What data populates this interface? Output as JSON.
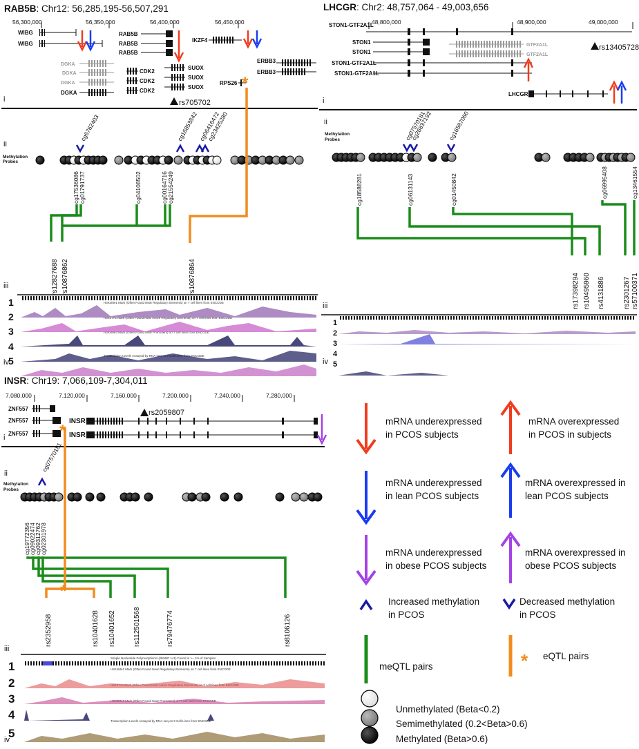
{
  "panels": {
    "rab5b": {
      "title_gene": "RAB5B",
      "title_loc": ": Chr12: 56,285,195-56,507,291",
      "coords": [
        "56,300,000",
        "56,350,000",
        "56,400,000",
        "56,450,000"
      ],
      "genes": [
        "WIBG",
        "WIBG",
        "RAB5B",
        "RAB5B",
        "RAB5B",
        "IKZF4",
        "DGKA",
        "DGKA",
        "DGKA",
        "DGKA",
        "CDK2",
        "CDK2",
        "CDK2",
        "SUOX",
        "SUOX",
        "SUOX",
        "ERBB3",
        "ERBB3",
        "RPS26"
      ],
      "snp_marker": "rs705702",
      "methylation_label": "Methylation Probes",
      "top_probes": [
        "cg6762403",
        "cg16853842",
        "cg06416472",
        "cg23425280"
      ],
      "bottom_probes": [
        "cg17536086",
        "cg01791737",
        "cg04108502",
        "cg00164716",
        "cg21554249"
      ],
      "snps": [
        "rs12827688",
        "rs10876862",
        "rs10876864"
      ],
      "tracks": [
        "1",
        "2",
        "3",
        "4",
        "5"
      ],
      "track_captions": [
        "H3K4Me1 Mark (Often Found Near Regulatory Elements) on 7 cell lines from ENCODE",
        "H3K27Ac Mark (Often Found Near Active Regulatory Elements) on 7 cell lines from ENCODE",
        "H3K4Me3 Mark (Often Found Near Promoters) on 7 cell lines from ENCODE",
        "Transcription Levels Assayed by RNA-seq on 9 Cell Lines from ENCODE"
      ]
    },
    "lhcgr": {
      "title_gene": "LHCGR",
      "title_loc": ": Chr2: 48,757,064 - 49,003,656",
      "coords": [
        "48,800,000",
        "48,900,000",
        "49,000,000"
      ],
      "genes": [
        "STON1-GTF2A1L",
        "STON1",
        "STON1",
        "STON1-GTF2A1L",
        "STON1-GTF2A1L",
        "GTF2A1L",
        "GTF2A1L",
        "LHCGR"
      ],
      "snp_marker": "rs13405728",
      "methylation_label": "Methylation Probes",
      "top_probes": [
        "cg07570181",
        "cg26837192",
        "cg16587066"
      ],
      "bottom_probes": [
        "cg18588281",
        "cg06131143",
        "cg01450842",
        "cg06995408",
        "cg13461554"
      ],
      "snps": [
        "rs17398294",
        "rs10495960",
        "rs4131886",
        "rs2301267",
        "rs57100371"
      ],
      "tracks": [
        "1",
        "2",
        "3",
        "4",
        "5"
      ]
    },
    "insr": {
      "title_gene": "INSR",
      "title_loc": ": Chr19: 7,066,109-7,304,011",
      "coords": [
        "7,080,000",
        "7,120,000",
        "7,160,000",
        "7,200,000",
        "7,240,000",
        "7,280,000"
      ],
      "genes": [
        "ZNF557",
        "ZNF557",
        "ZNF557",
        "INSR",
        "INSR"
      ],
      "snp_marker": "rs2059807",
      "methylation_label": "Methylation Probes",
      "top_probes": [
        "cg07570181"
      ],
      "bottom_probes": [
        "cg19772356",
        "cg09022474",
        "cg09312762",
        "cg02301978"
      ],
      "snps": [
        "rs2352958",
        "rs10401628",
        "rs10401652",
        "rs112501568",
        "rs79476774",
        "rs8106126"
      ],
      "tracks": [
        "1",
        "2",
        "3",
        "4",
        "5"
      ],
      "track_captions": [
        "Simple Nucleotide Polymorphisms (dbSNP 141) Found in >= 1% of Samples",
        "H3K4Me1 Mark (Often Found Near Regulatory Elements) on 7 cell lines from ENCODE",
        "H3K27Ac Mark (Often Found Near Active Regulatory Elements) on 7 cell lines from ENCODE",
        "H3K4Me3 Mark (Often Found Near Promoters) on 7 cell lines from ENCODE",
        "Transcription Levels Assayed by RNA-seq on 9 Cell Lines from ENCODE"
      ]
    }
  },
  "roman": {
    "i": "i",
    "ii": "ii",
    "iii": "iii",
    "iv": "iv"
  },
  "legend": {
    "red_down": "mRNA underexpressed in PCOS subjects",
    "red_up": "mRNA overexpressed in PCOS in subjects",
    "blue_down": "mRNA underexpressed in lean PCOS subjects",
    "blue_up": "mRNA overexpressed in lean PCOS subjects",
    "purple_down": "mRNA underexpressed in obese PCOS subjects",
    "purple_up": "mRNA overexpressed in obese PCOS subjects",
    "inc_meth": "Increased methylation in PCOS",
    "dec_meth": "Decreased methylation in PCOS",
    "meqtl": "meQTL pairs",
    "eqtl": "eQTL pairs",
    "unmeth": "Unmethylated (Beta<0.2)",
    "semimeth": "Semimethylated (0.2<Beta>0.6)",
    "meth": "Methylated (Beta>0.6)"
  },
  "colors": {
    "red": "#f03c1e",
    "blue": "#1a3cf0",
    "purple": "#a442e6",
    "green": "#1a8c1a",
    "orange": "#f08c1e",
    "meth_grey": "#8c8c8c",
    "navy": "#1a1aa6"
  }
}
